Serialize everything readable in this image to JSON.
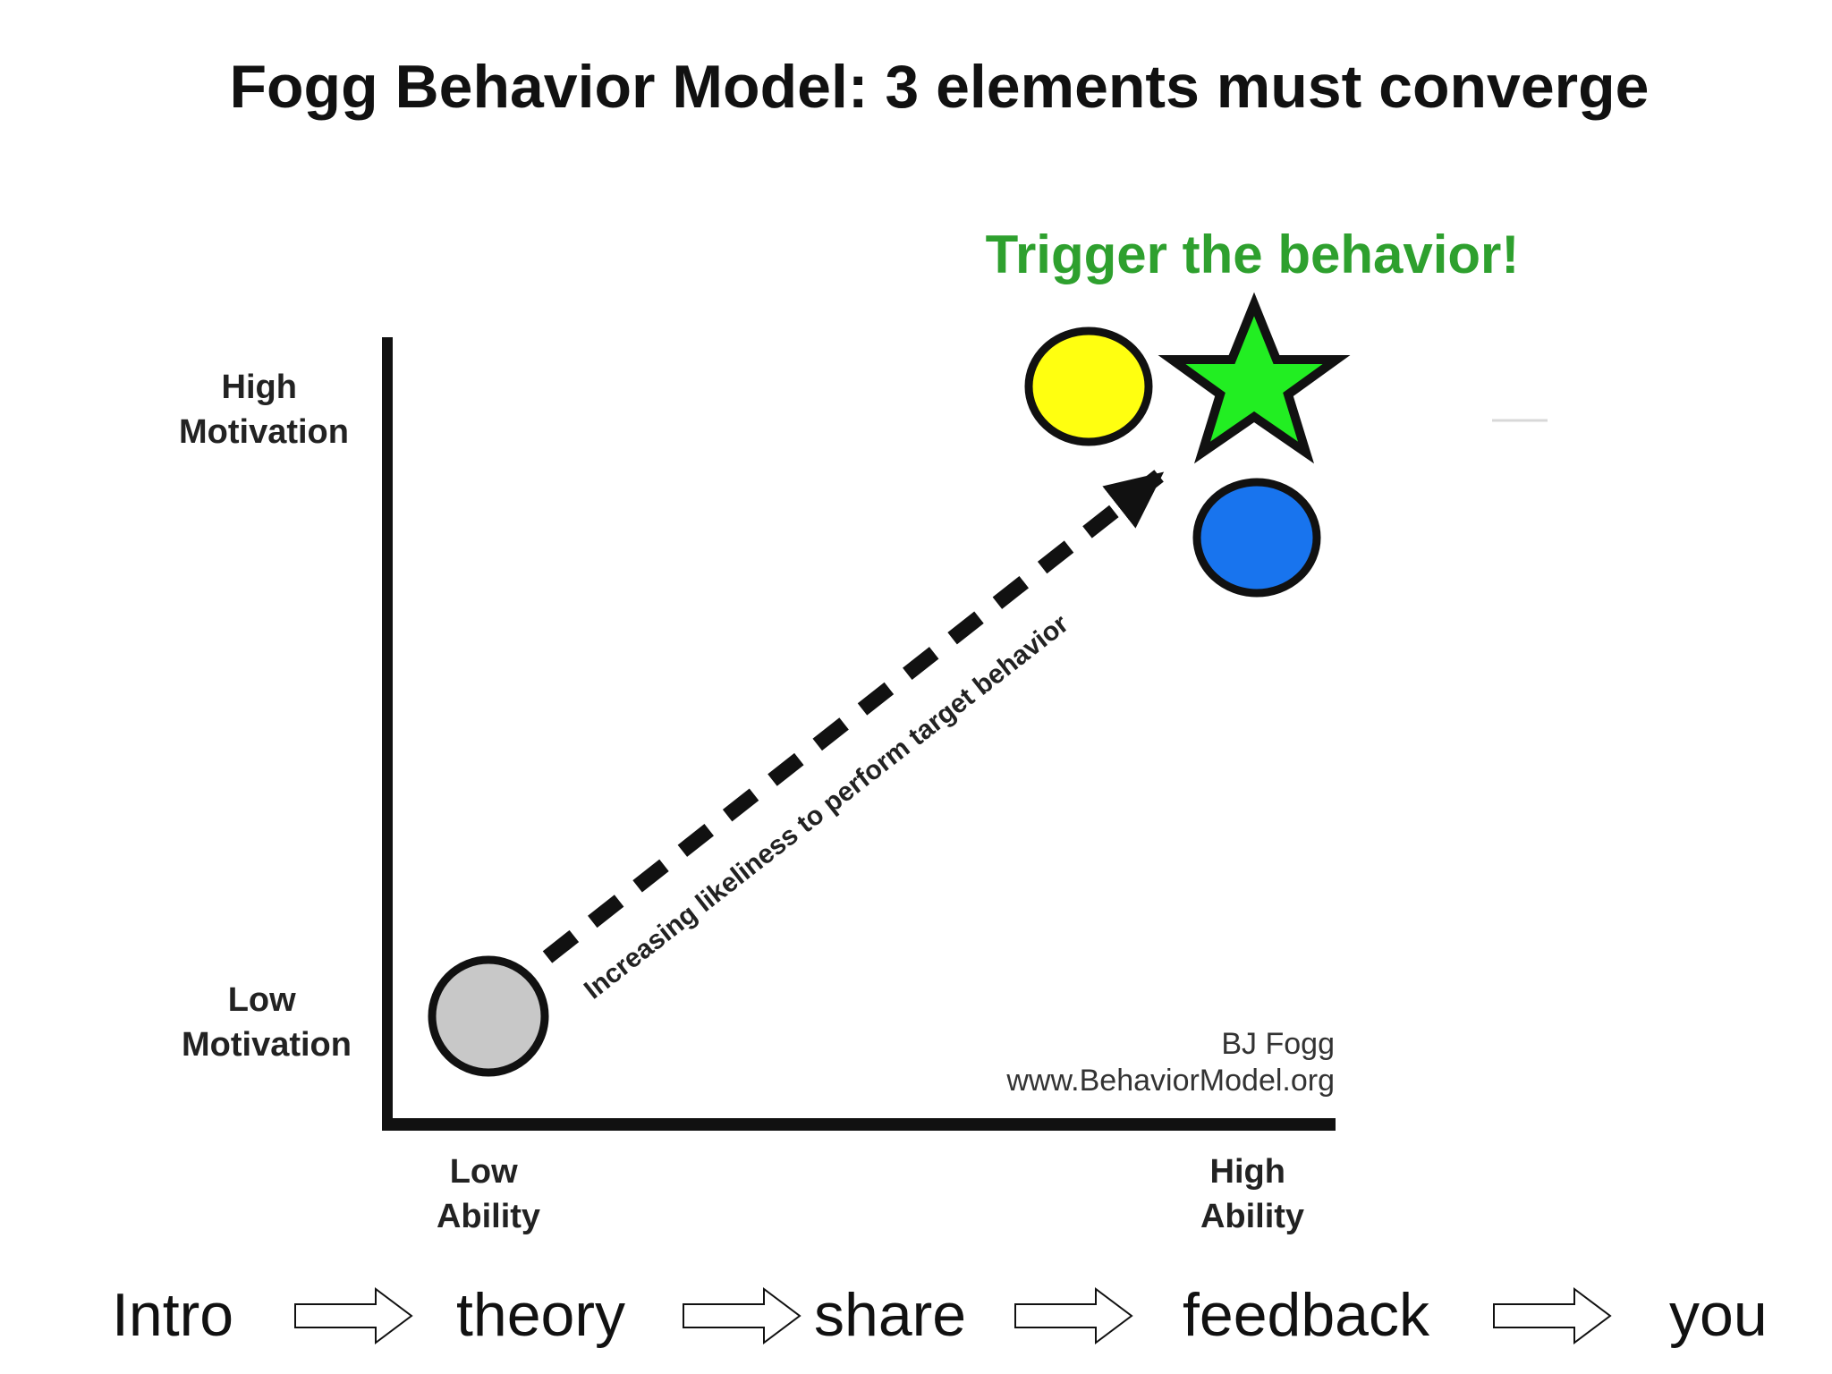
{
  "slide": {
    "title": "Fogg Behavior Model: 3 elements must converge"
  },
  "diagram": {
    "trigger_label": "Trigger the behavior!",
    "path_label": "Increasing likeliness to perform target behavior",
    "y_axis": {
      "high_line1": "High",
      "high_line2": "Motivation",
      "low_line1": "Low",
      "low_line2": "Motivation"
    },
    "x_axis": {
      "low_line1": "Low",
      "low_line2": "Ability",
      "high_line1": "High",
      "high_line2": "Ability"
    },
    "credit": {
      "author": "BJ Fogg",
      "url": "www.BehaviorModel.org"
    },
    "colors": {
      "trigger_text": "#2ea02e",
      "start_circle": "#c8c8c8",
      "motivation_circle": "#ffff10",
      "ability_circle": "#1874ee",
      "star": "#22ee22",
      "stroke": "#111111"
    },
    "icons": [
      "gray-circle",
      "yellow-circle",
      "blue-circle",
      "star-icon",
      "dashed-arrow"
    ]
  },
  "flow": {
    "steps": [
      "Intro",
      "theory",
      "share",
      "feedback",
      "you"
    ],
    "arrow_icon": "outline-right-arrow"
  }
}
